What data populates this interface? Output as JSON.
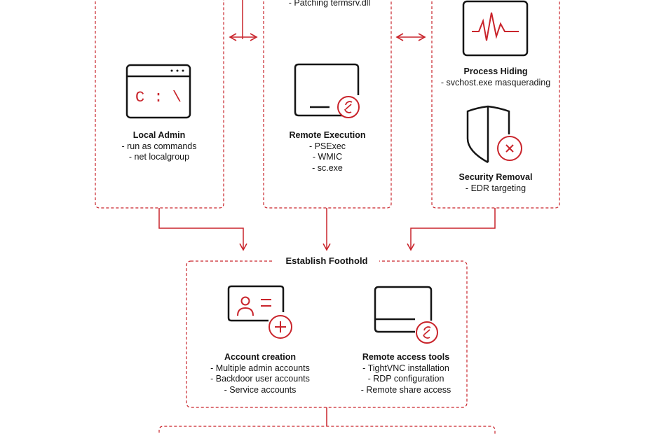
{
  "colors": {
    "accent": "#c9242b",
    "ink": "#151515",
    "background": "#ffffff"
  },
  "columns": {
    "local_admin": {
      "icon": "terminal-window-icon",
      "glyph": "C : \\",
      "title": "Local Admin",
      "items": [
        "run as commands",
        "net localgroup"
      ]
    },
    "remote_execution": {
      "icon": "remote-screen-icon",
      "top_item": "Patching termsrv.dll",
      "title": "Remote Execution",
      "items": [
        "PSExec",
        "WMIC",
        "sc.exe"
      ]
    },
    "process_hiding": {
      "icon": "activity-monitor-icon",
      "title": "Process Hiding",
      "items": [
        "svchost.exe masquerading"
      ]
    },
    "security_removal": {
      "icon": "shield-remove-icon",
      "title": "Security Removal",
      "items": [
        "EDR targeting"
      ]
    }
  },
  "establish_foothold": {
    "title": "Establish Foothold",
    "account_creation": {
      "icon": "add-user-card-icon",
      "title": "Account creation",
      "items": [
        "Multiple admin accounts",
        "Backdoor user accounts",
        "Service accounts"
      ]
    },
    "remote_access_tools": {
      "icon": "remote-desktop-icon",
      "title": "Remote access tools",
      "items": [
        "TightVNC installation",
        "RDP configuration",
        "Remote share access"
      ]
    }
  }
}
